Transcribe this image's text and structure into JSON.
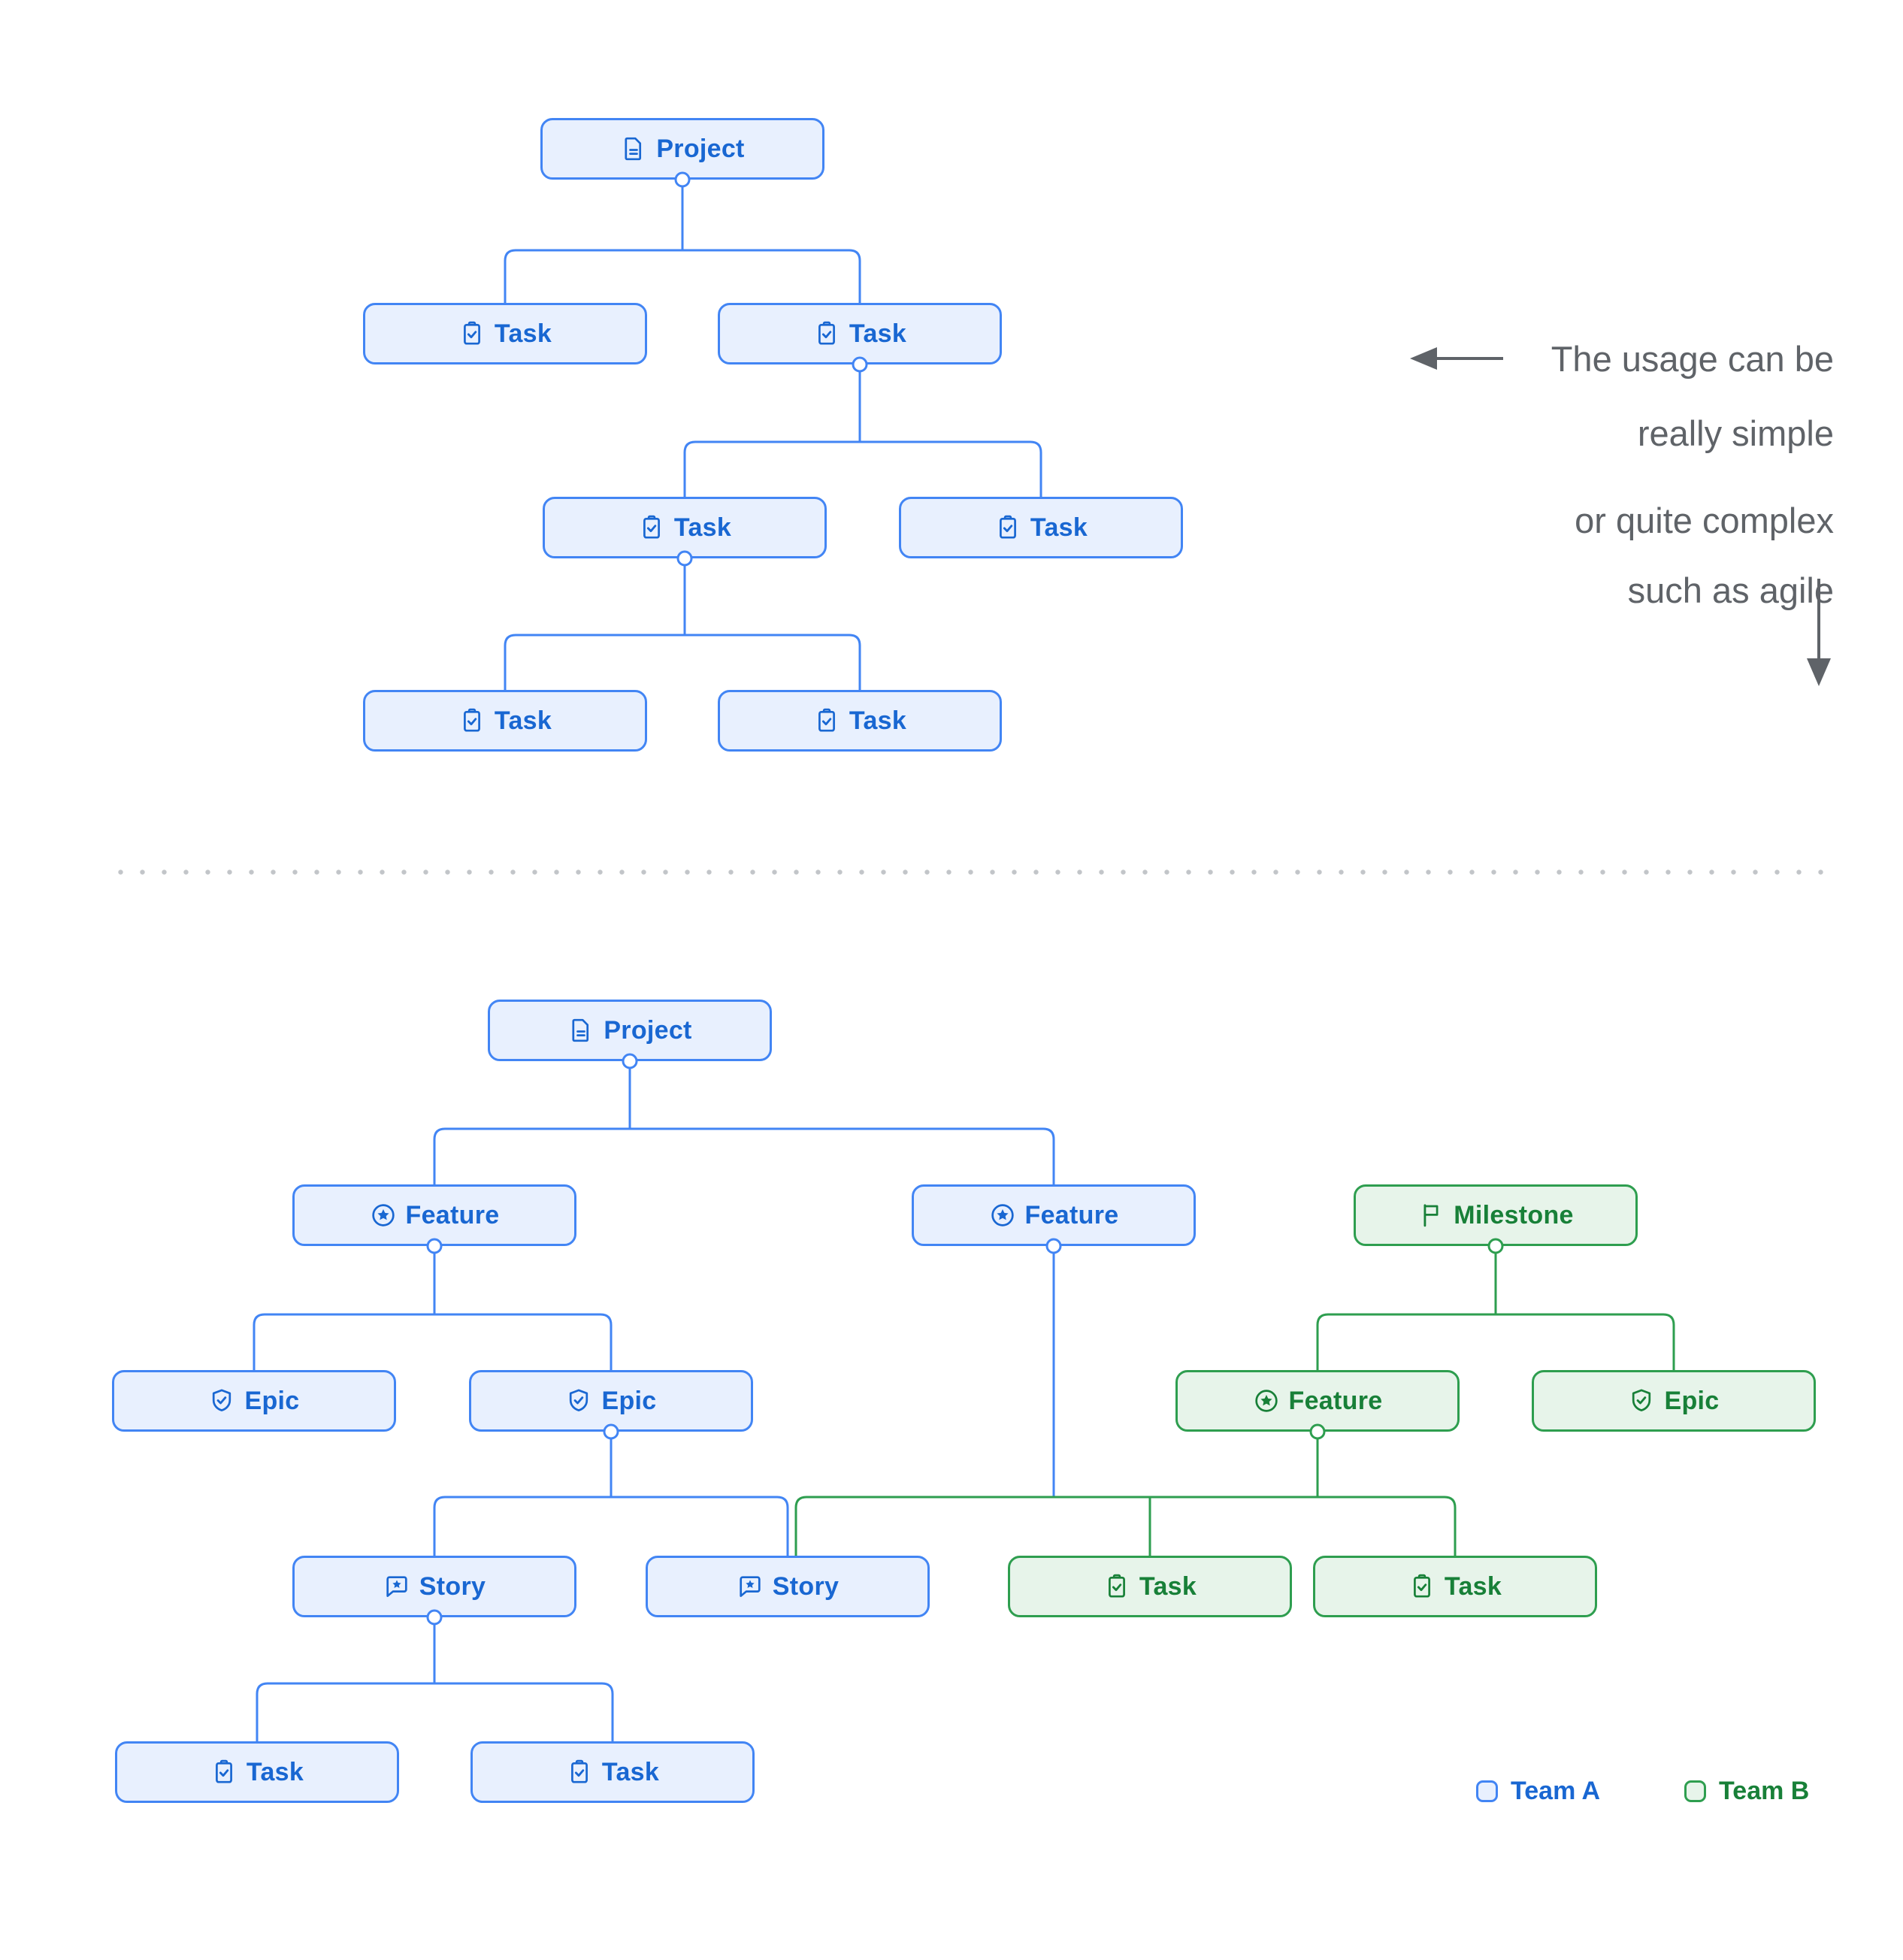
{
  "colors": {
    "team_a_border": "#4285f4",
    "team_a_fill": "#e8f0fe",
    "team_a_text": "#1967d2",
    "team_b_border": "#2e9e4f",
    "team_b_fill": "#e7f4ea",
    "team_b_text": "#188038",
    "annotation_gray": "#5f6368",
    "divider_dot": "#c2c5c9"
  },
  "annotation": {
    "simple_line1": "The usage can be",
    "simple_line2": "really simple",
    "complex_line1": "or quite complex",
    "complex_line2": "such as agile"
  },
  "legend": {
    "team_a_label": "Team A",
    "team_b_label": "Team B"
  },
  "nodes": {
    "s_project": {
      "label": "Project",
      "type": "project",
      "icon": "document-icon",
      "team": "A"
    },
    "s_task_1": {
      "label": "Task",
      "type": "task",
      "icon": "task-icon",
      "team": "A"
    },
    "s_task_2": {
      "label": "Task",
      "type": "task",
      "icon": "task-icon",
      "team": "A"
    },
    "s_task_3": {
      "label": "Task",
      "type": "task",
      "icon": "task-icon",
      "team": "A"
    },
    "s_task_4": {
      "label": "Task",
      "type": "task",
      "icon": "task-icon",
      "team": "A"
    },
    "s_task_5": {
      "label": "Task",
      "type": "task",
      "icon": "task-icon",
      "team": "A"
    },
    "s_task_6": {
      "label": "Task",
      "type": "task",
      "icon": "task-icon",
      "team": "A"
    },
    "c_project": {
      "label": "Project",
      "type": "project",
      "icon": "document-icon",
      "team": "A"
    },
    "c_feature_1": {
      "label": "Feature",
      "type": "feature",
      "icon": "feature-icon",
      "team": "A"
    },
    "c_feature_2": {
      "label": "Feature",
      "type": "feature",
      "icon": "feature-icon",
      "team": "A"
    },
    "c_milestone": {
      "label": "Milestone",
      "type": "milestone",
      "icon": "flag-icon",
      "team": "B"
    },
    "c_epic_1": {
      "label": "Epic",
      "type": "epic",
      "icon": "epic-icon",
      "team": "A"
    },
    "c_epic_2": {
      "label": "Epic",
      "type": "epic",
      "icon": "epic-icon",
      "team": "A"
    },
    "c_gfeature": {
      "label": "Feature",
      "type": "feature",
      "icon": "feature-icon",
      "team": "B"
    },
    "c_gepic": {
      "label": "Epic",
      "type": "epic",
      "icon": "epic-icon",
      "team": "B"
    },
    "c_story_1": {
      "label": "Story",
      "type": "story",
      "icon": "story-icon",
      "team": "A"
    },
    "c_story_2": {
      "label": "Story",
      "type": "story",
      "icon": "story-icon",
      "team": "A"
    },
    "c_gtask_1": {
      "label": "Task",
      "type": "task",
      "icon": "task-icon",
      "team": "B"
    },
    "c_gtask_2": {
      "label": "Task",
      "type": "task",
      "icon": "task-icon",
      "team": "B"
    },
    "c_task_1": {
      "label": "Task",
      "type": "task",
      "icon": "task-icon",
      "team": "A"
    },
    "c_task_2": {
      "label": "Task",
      "type": "task",
      "icon": "task-icon",
      "team": "A"
    }
  },
  "edges": {
    "simple_tree": [
      [
        "s_project",
        "s_task_1"
      ],
      [
        "s_project",
        "s_task_2"
      ],
      [
        "s_task_2",
        "s_task_3"
      ],
      [
        "s_task_2",
        "s_task_4"
      ],
      [
        "s_task_3",
        "s_task_5"
      ],
      [
        "s_task_3",
        "s_task_6"
      ]
    ],
    "complex_tree": [
      [
        "c_project",
        "c_feature_1"
      ],
      [
        "c_project",
        "c_feature_2"
      ],
      [
        "c_feature_1",
        "c_epic_1"
      ],
      [
        "c_feature_1",
        "c_epic_2"
      ],
      [
        "c_epic_2",
        "c_story_1"
      ],
      [
        "c_epic_2",
        "c_story_2"
      ],
      [
        "c_story_1",
        "c_task_1"
      ],
      [
        "c_story_1",
        "c_task_2"
      ],
      [
        "c_milestone",
        "c_gfeature"
      ],
      [
        "c_milestone",
        "c_gepic"
      ],
      [
        "c_feature_2",
        "c_story_2"
      ],
      [
        "c_feature_2",
        "c_gtask_1"
      ],
      [
        "c_feature_2",
        "c_gtask_2"
      ],
      [
        "c_gfeature",
        "c_story_2"
      ],
      [
        "c_gfeature",
        "c_gtask_1"
      ],
      [
        "c_gfeature",
        "c_gtask_2"
      ]
    ]
  }
}
